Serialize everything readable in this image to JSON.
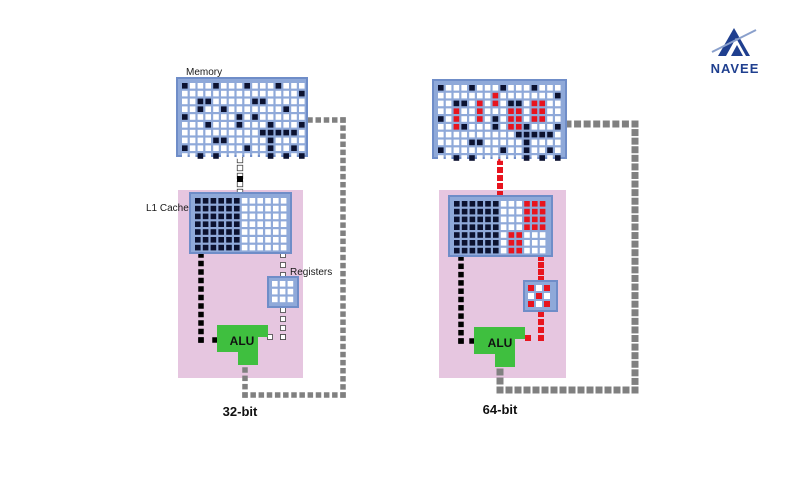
{
  "brand": {
    "name": "NAVEE"
  },
  "colors": {
    "panel": "#e6c6e0",
    "block": "#8fa9d9",
    "block_border": "#6f8dc8",
    "cell_dark": "#0c1230",
    "cell_light": "#ffffff",
    "red": "#e8141e",
    "alu": "#3fbf3f",
    "bus": "#808080",
    "path": "#000000",
    "brand": "#1f3f8f"
  },
  "left": {
    "memory_label": "Memory",
    "cache_label": "L1 Cache",
    "registers_label": "Registers",
    "alu_label": "ALU",
    "caption": "32-bit"
  },
  "right": {
    "alu_label": "ALU",
    "caption": "64-bit"
  }
}
